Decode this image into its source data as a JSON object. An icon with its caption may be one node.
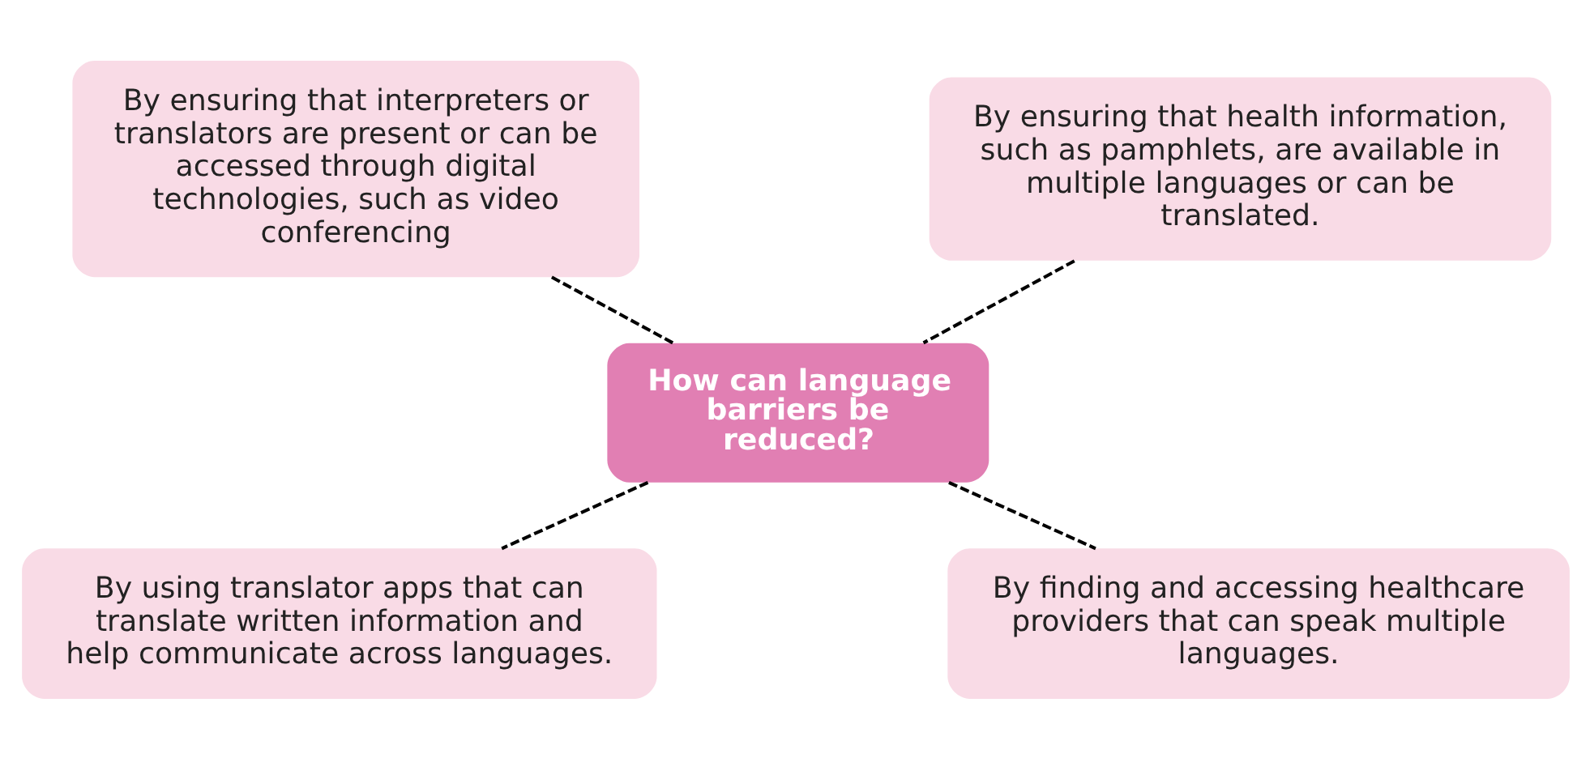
{
  "diagram": {
    "nodes": [
      {
        "text": [
          "By ensuring that interpreters or translators are present or can be accessed through digital technologies, such as video conferencing"
        ]
      },
      {
        "text": [
          "By ensuring that health information, such as pamphlets, are available in multiple languages or can be translated."
        ]
      },
      {
        "text": [
          "How can language barriers be reduced?"
        ]
      },
      {
        "text": [
          "By using translator apps that can translate written information and help communicate across languages."
        ]
      },
      {
        "text": [
          "By finding and accessing healthcare providers that can speak multiple languages."
        ]
      }
    ],
    "edges": [
      {
        "from": 0,
        "to": 2,
        "arrow": "none",
        "style": "dashed"
      },
      {
        "from": 1,
        "to": 2,
        "arrow": "none",
        "style": "dashed"
      },
      {
        "from": 2,
        "to": 3,
        "arrow": "none",
        "style": "dashed"
      },
      {
        "from": 2,
        "to": 4,
        "arrow": "none",
        "style": "dashed"
      }
    ]
  }
}
